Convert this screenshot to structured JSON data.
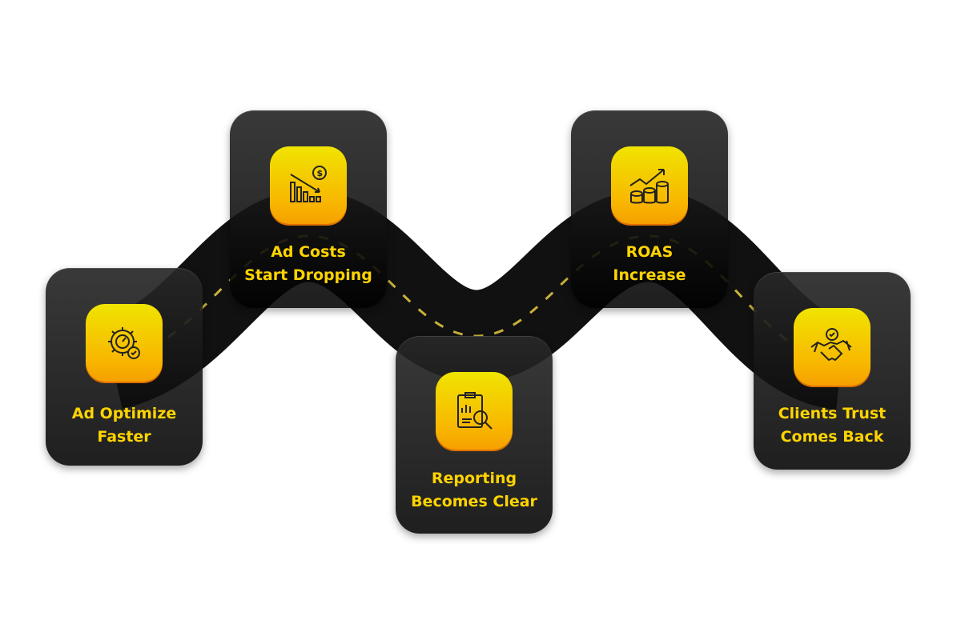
{
  "steps": [
    {
      "title_line1": "Ad Optimize",
      "title_line2": "Faster",
      "icon": "gear-speedometer-icon"
    },
    {
      "title_line1": "Ad Costs",
      "title_line2": "Start Dropping",
      "icon": "cost-down-chart-icon"
    },
    {
      "title_line1": "Reporting",
      "title_line2": "Becomes Clear",
      "icon": "report-magnifier-icon"
    },
    {
      "title_line1": "ROAS",
      "title_line2": "Increase",
      "icon": "coins-growth-icon"
    },
    {
      "title_line1": "Clients Trust",
      "title_line2": "Comes Back",
      "icon": "handshake-icon"
    }
  ],
  "colors": {
    "accent": "#ffd400",
    "road": "#111111",
    "dash": "#c9b13a"
  }
}
